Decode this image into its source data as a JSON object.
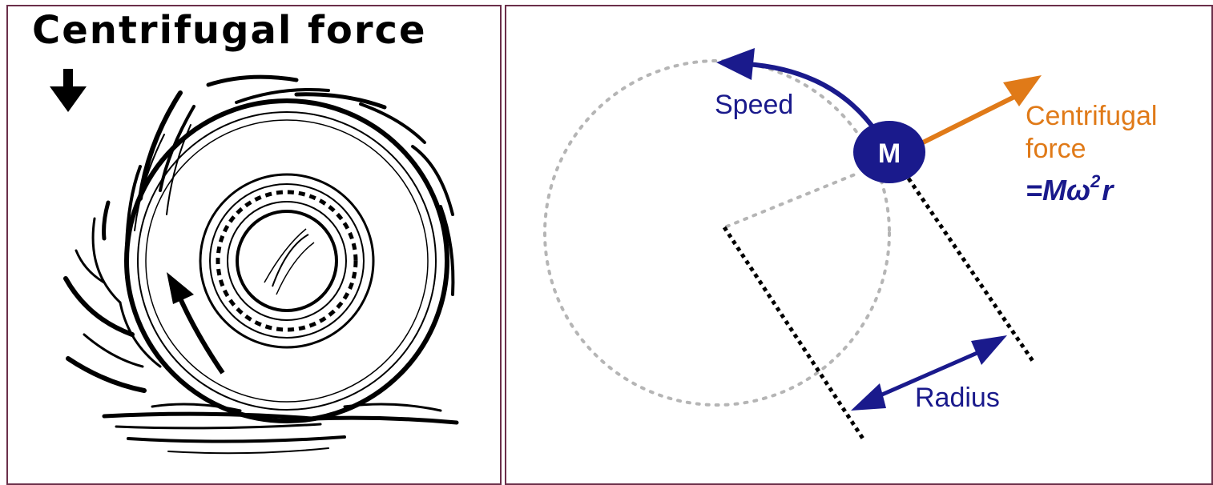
{
  "left_panel": {
    "title": "Centrifugal force",
    "icons": [
      "down-arrow-icon",
      "wheel-icon",
      "rotation-arrow-icon"
    ]
  },
  "right_panel": {
    "speed_label": "Speed",
    "mass_label": "M",
    "force_label_line1": "Centrifugal",
    "force_label_line2": "force",
    "formula": {
      "prefix": "=",
      "mass": "M",
      "omega": "ω",
      "exponent": "2",
      "radius": "r"
    },
    "radius_label": "Radius"
  },
  "colors": {
    "navy": "#1a1a8c",
    "orange": "#e07a18",
    "dotted_gray": "#b5b5b5",
    "frame": "#6b2f4a"
  }
}
